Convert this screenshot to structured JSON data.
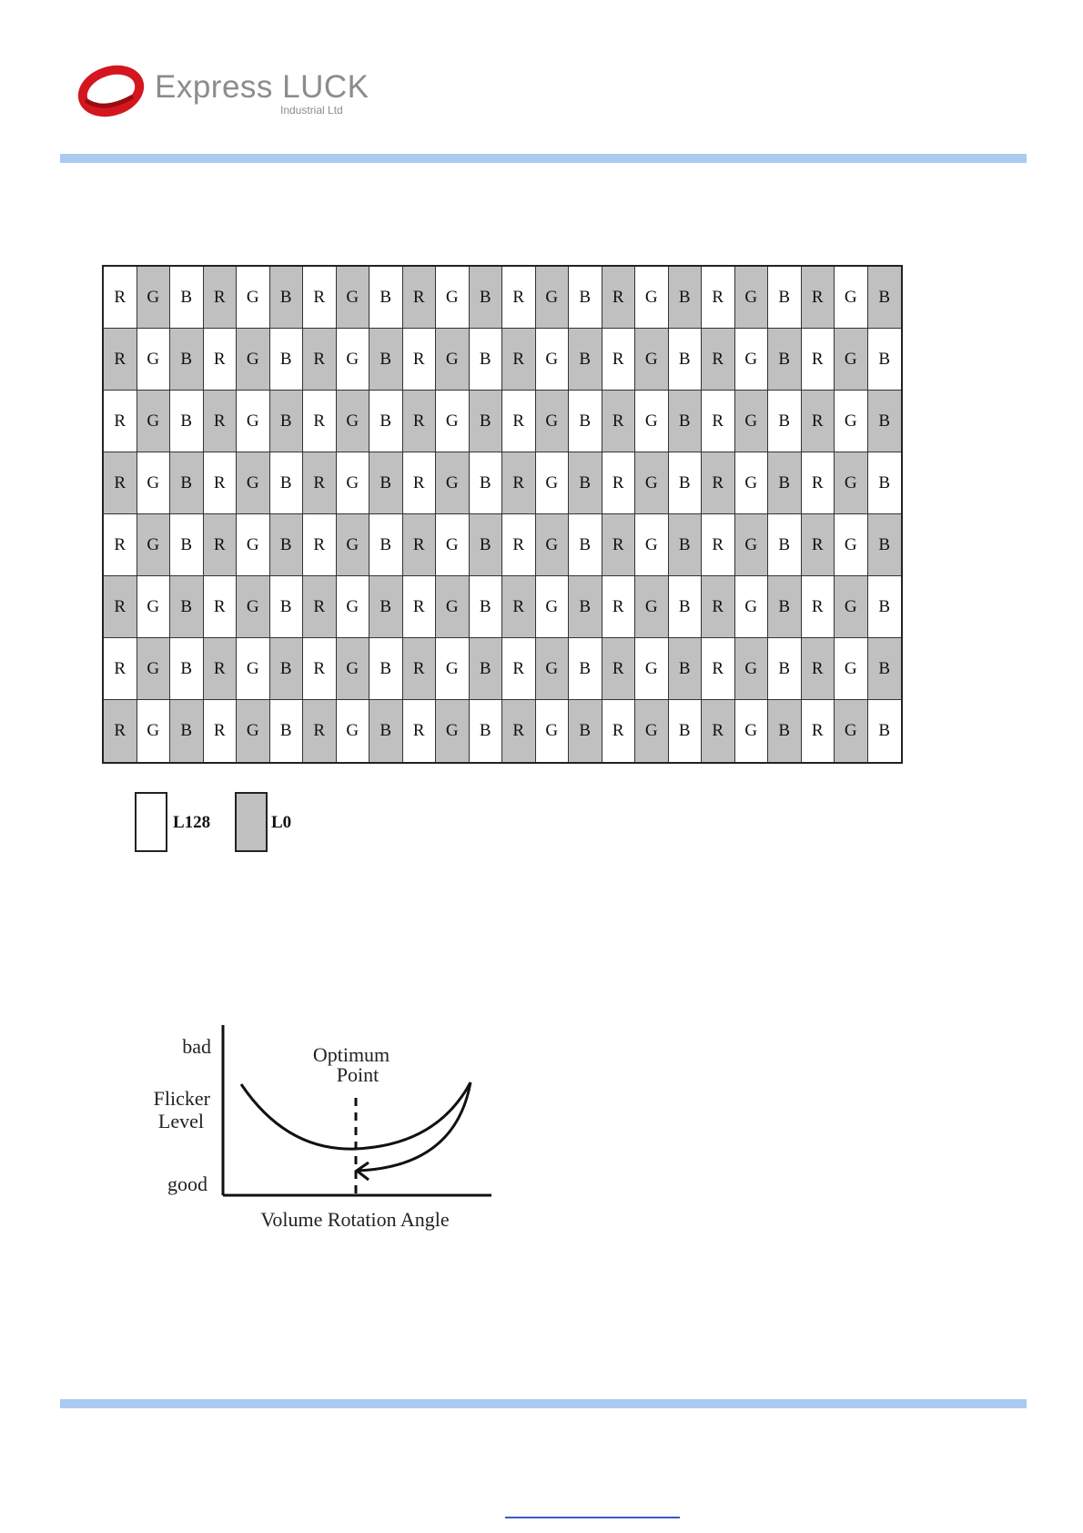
{
  "header": {
    "company": "Express LUCK",
    "company_sub": "Industrial Ltd",
    "accent_color": "#a9cbf1",
    "logo_color": "#d4161f"
  },
  "pattern": {
    "rows": [
      [
        "R",
        "G",
        "B",
        "R",
        "G",
        "B",
        "R",
        "G",
        "B",
        "R",
        "G",
        "B",
        "R",
        "G",
        "B",
        "R",
        "G",
        "B",
        "R",
        "G",
        "B",
        "R",
        "G",
        "B"
      ],
      [
        "R",
        "G",
        "B",
        "R",
        "G",
        "B",
        "R",
        "G",
        "B",
        "R",
        "G",
        "B",
        "R",
        "G",
        "B",
        "R",
        "G",
        "B",
        "R",
        "G",
        "B",
        "R",
        "G",
        "B"
      ],
      [
        "R",
        "G",
        "B",
        "R",
        "G",
        "B",
        "R",
        "G",
        "B",
        "R",
        "G",
        "B",
        "R",
        "G",
        "B",
        "R",
        "G",
        "B",
        "R",
        "G",
        "B",
        "R",
        "G",
        "B"
      ],
      [
        "R",
        "G",
        "B",
        "R",
        "G",
        "B",
        "R",
        "G",
        "B",
        "R",
        "G",
        "B",
        "R",
        "G",
        "B",
        "R",
        "G",
        "B",
        "R",
        "G",
        "B",
        "R",
        "G",
        "B"
      ],
      [
        "R",
        "G",
        "B",
        "R",
        "G",
        "B",
        "R",
        "G",
        "B",
        "R",
        "G",
        "B",
        "R",
        "G",
        "B",
        "R",
        "G",
        "B",
        "R",
        "G",
        "B",
        "R",
        "G",
        "B"
      ],
      [
        "R",
        "G",
        "B",
        "R",
        "G",
        "B",
        "R",
        "G",
        "B",
        "R",
        "G",
        "B",
        "R",
        "G",
        "B",
        "R",
        "G",
        "B",
        "R",
        "G",
        "B",
        "R",
        "G",
        "B"
      ],
      [
        "R",
        "G",
        "B",
        "R",
        "G",
        "B",
        "R",
        "G",
        "B",
        "R",
        "G",
        "B",
        "R",
        "G",
        "B",
        "R",
        "G",
        "B",
        "R",
        "G",
        "B",
        "R",
        "G",
        "B"
      ],
      [
        "R",
        "G",
        "B",
        "R",
        "G",
        "B",
        "R",
        "G",
        "B",
        "R",
        "G",
        "B",
        "R",
        "G",
        "B",
        "R",
        "G",
        "B",
        "R",
        "G",
        "B",
        "R",
        "G",
        "B"
      ]
    ],
    "legend": {
      "white_label": "L128",
      "gray_label": "L0"
    },
    "colors": {
      "white": "#ffffff",
      "gray": "#c0c0c0"
    }
  },
  "flicker_diagram": {
    "y_top": "bad",
    "y_title_1": "Flicker",
    "y_title_2": "Level",
    "y_bottom": "good",
    "optimum_1": "Optimum",
    "optimum_2": "Point",
    "x_title": "Volume Rotation Angle"
  }
}
